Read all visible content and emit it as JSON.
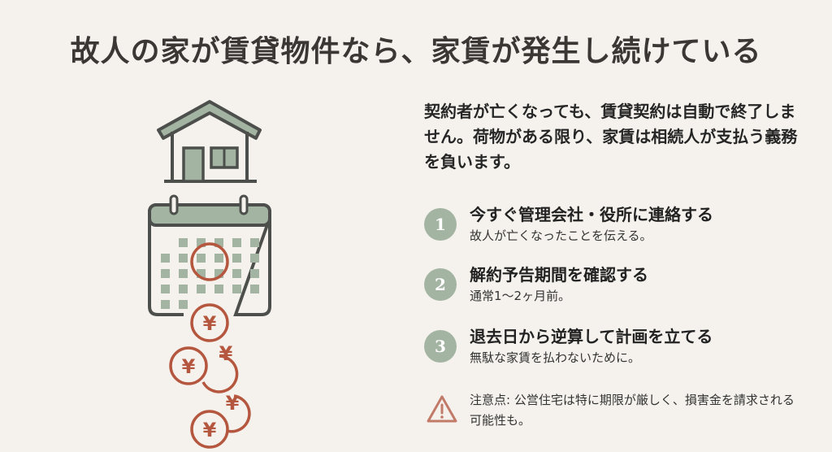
{
  "title": "故人の家が賃貸物件なら、家賃が発生し続けている",
  "intro": "契約者が亡くなっても、賃貸契約は自動で終了しません。荷物がある限り、家賃は相続人が支払う義務を負います。",
  "steps": [
    {
      "number": "1",
      "title": "今すぐ管理会社・役所に連絡する",
      "desc": "故人が亡くなったことを伝える。"
    },
    {
      "number": "2",
      "title": "解約予告期間を確認する",
      "desc": "通常1〜2ヶ月前。"
    },
    {
      "number": "3",
      "title": "退去日から逆算して計画を立てる",
      "desc": "無駄な家賃を払わないために。"
    }
  ],
  "warning": {
    "icon": "warning-triangle-icon",
    "text": "注意点: 公営住宅は特に期限が厳しく、損害金を請求される可能性も。"
  },
  "illustration": {
    "icons": [
      "house-icon",
      "calendar-icon",
      "yen-coin-icon"
    ],
    "coin_symbol": "¥"
  },
  "colors": {
    "background": "#f5f2ed",
    "accent_green": "#a3b4a2",
    "accent_red": "#b5573f",
    "outline": "#4d4f4c"
  }
}
